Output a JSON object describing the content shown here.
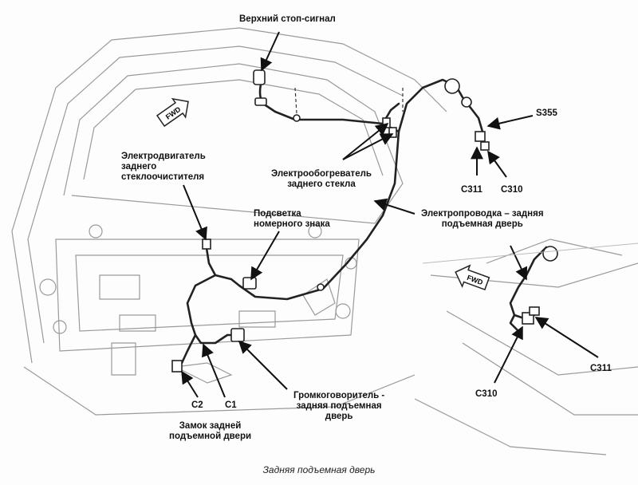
{
  "labels": {
    "upper_brake_light": "Верхний стоп-сигнал",
    "s355": "S355",
    "c311_top": "C311",
    "c310_top": "C310",
    "wiper_motor": [
      "Электродвигатель",
      "заднего",
      "стеклоочистителя"
    ],
    "rear_defroster": [
      "Электрообогреватель",
      "заднего стекла"
    ],
    "license_lamp": [
      "Подсветка",
      "номерного знака"
    ],
    "liftgate_wiring": [
      "Электропроводка – задняя",
      "подъемная дверь"
    ],
    "speaker": [
      "Громкоговоритель -",
      "задняя подъемная",
      "дверь"
    ],
    "c2": "C2",
    "c1": "C1",
    "liftgate_latch": [
      "Замок задней",
      "подъемной двери"
    ],
    "c311_right": "C311",
    "c310_right": "C310"
  },
  "fwd_marker": "FWD",
  "caption": "Задняя подъемная дверь"
}
